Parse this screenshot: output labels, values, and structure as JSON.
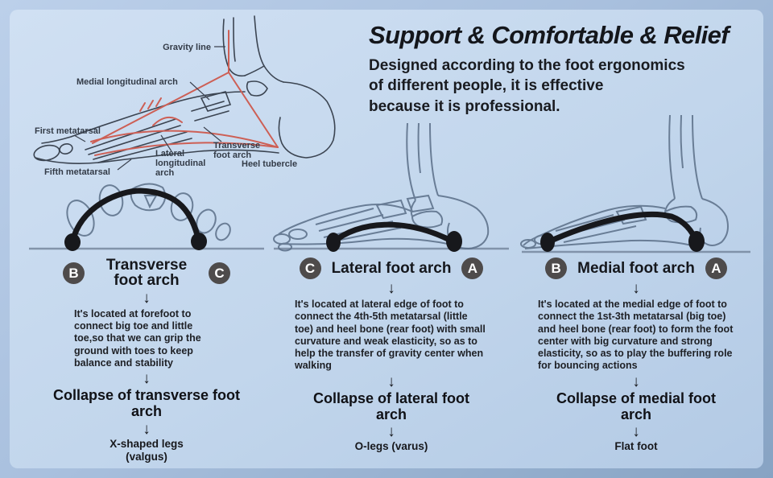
{
  "header": {
    "title": "Support & Comfortable & Relief",
    "subtitle_lines": [
      "Designed according to the foot ergonomics",
      "of different people, it is effective",
      "because it is professional."
    ]
  },
  "anatomy": {
    "labels": {
      "gravity_line": "Gravity line",
      "medial_longitudinal_arch": "Medial longitudinal arch",
      "first_metatarsal": "First metatarsal",
      "fifth_metatarsal": "Fifth metatarsal",
      "lateral_longitudinal_arch_lines": [
        "Lateral",
        "longitudinal",
        "arch"
      ],
      "transverse_foot_arch_lines": [
        "Transverse",
        "foot arch"
      ],
      "heel_tubercle": "Heel tubercle"
    }
  },
  "glyphs": {
    "down_arrow": "↓"
  },
  "columns": [
    {
      "id": "transverse",
      "badge_left": "B",
      "badge_right": "C",
      "heading": "Transverse foot arch",
      "description": "It's located at forefoot to connect big toe and little toe,so that we can grip the ground with toes to keep balance and stability",
      "collapse": "Collapse of transverse foot arch",
      "result": "X-shaped legs (valgus)"
    },
    {
      "id": "lateral",
      "badge_left": "C",
      "badge_right": "A",
      "heading": "Lateral foot arch",
      "description": "It's located at lateral edge of foot to connect the 4th-5th metatarsal (little toe) and heel bone (rear foot) with small curvature and weak elasticity, so as to help the transfer of gravity center when walking",
      "collapse": "Collapse of lateral foot arch",
      "result": "O-legs (varus)"
    },
    {
      "id": "medial",
      "badge_left": "B",
      "badge_right": "A",
      "heading": "Medial foot arch",
      "description": "It's located at the medial edge of foot to connect the 1st-3th metatarsal (big toe) and heel bone (rear foot) to form the foot center with big curvature and strong elasticity, so as to play the buffering role for bouncing actions",
      "collapse": "Collapse of medial foot arch",
      "result": "Flat foot"
    }
  ],
  "colors": {
    "background_top": "#c6d8ee",
    "background_bottom": "#9fb8d6",
    "frame_blue": "#8fa9c7",
    "ink_black": "#17181c",
    "accent_red": "#cd5f55",
    "sketch_blue": "#5a6e87",
    "badge_gray": "#4e4b4b"
  }
}
